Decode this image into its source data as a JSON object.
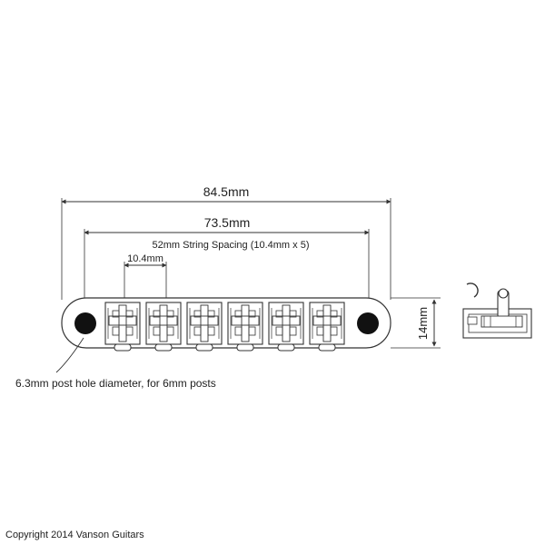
{
  "diagram": {
    "dimensions": {
      "overall_length": "84.5mm",
      "post_spacing": "73.5mm",
      "string_spacing": "52mm String Spacing (10.4mm x 5)",
      "saddle_spacing": "10.4mm",
      "height": "14mm"
    },
    "callouts": {
      "post_hole": "6.3mm post hole diameter, for 6mm posts"
    },
    "saddle_count": 6
  },
  "footer": {
    "copyright": "Copyright 2014 Vanson Guitars"
  },
  "colors": {
    "line": "#333333",
    "post_hole_fill": "#111111",
    "background": "#ffffff"
  }
}
